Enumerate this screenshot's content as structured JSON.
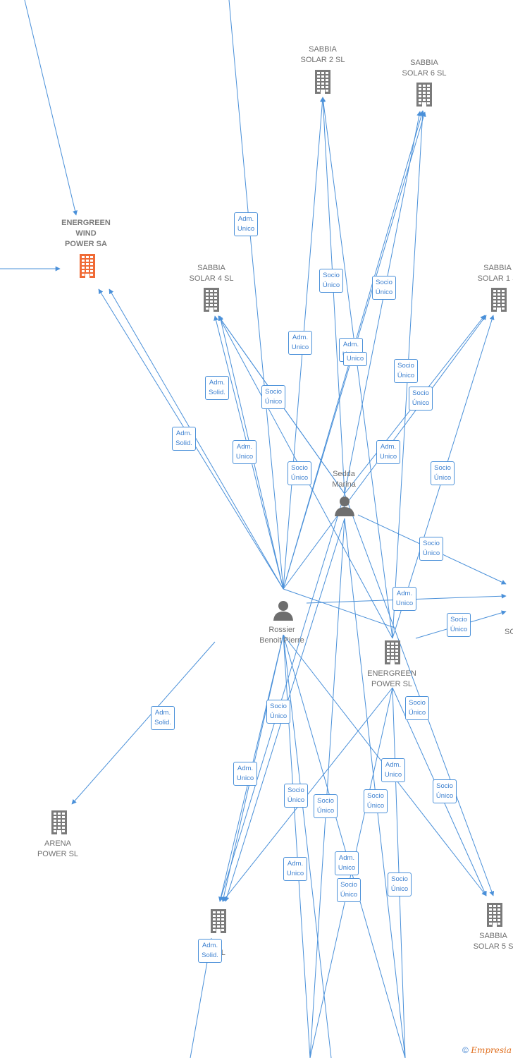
{
  "colors": {
    "edge": "#4a90d9",
    "building": "#7a7a7a",
    "main_building": "#f06a35",
    "person": "#6e6e6e"
  },
  "nodes": [
    {
      "id": "energreen_wind",
      "kind": "building_main",
      "lines": [
        "ENERGREEN",
        "WIND",
        "POWER SA"
      ]
    },
    {
      "id": "sabbia2",
      "kind": "building",
      "lines": [
        "SABBIA",
        "SOLAR 2  SL"
      ]
    },
    {
      "id": "sabbia6",
      "kind": "building",
      "lines": [
        "SABBIA",
        "SOLAR 6  SL"
      ]
    },
    {
      "id": "sabbia4",
      "kind": "building",
      "lines": [
        "SABBIA",
        "SOLAR 4  SL"
      ]
    },
    {
      "id": "sabbia1",
      "kind": "building",
      "lines": [
        "SABBIA",
        "SOLAR 1  S"
      ]
    },
    {
      "id": "sedda",
      "kind": "person",
      "lines": [
        "Sedda",
        "Marina"
      ]
    },
    {
      "id": "rossier",
      "kind": "person",
      "lines": [
        "Rossier",
        "Benoit Pierre"
      ]
    },
    {
      "id": "energreen_power",
      "kind": "building",
      "lines": [
        "ENERGREEN",
        "POWER  SL"
      ]
    },
    {
      "id": "arena",
      "kind": "building",
      "lines": [
        "ARENA",
        "POWER  SL"
      ]
    },
    {
      "id": "bottom_sl",
      "kind": "building",
      "lines": [
        "A",
        "S          SL"
      ]
    },
    {
      "id": "sabbia5",
      "kind": "building",
      "lines": [
        "SABBIA",
        "SOLAR 5  S"
      ]
    },
    {
      "id": "so_right",
      "kind": "label",
      "lines": [
        "SO"
      ]
    }
  ],
  "edge_labels": [
    [
      "Adm.",
      "Unico"
    ],
    [
      "Socio",
      "Único"
    ],
    [
      "Socio",
      "Único"
    ],
    [
      "Adm.",
      "Unico"
    ],
    [
      "Adm.",
      "Unico"
    ],
    [
      "Unico"
    ],
    [
      "Socio",
      "Único"
    ],
    [
      "Adm.",
      "Solid."
    ],
    [
      "Socio",
      "Único"
    ],
    [
      "Socio",
      "Único"
    ],
    [
      "Adm.",
      "Solid."
    ],
    [
      "Adm.",
      "Unico"
    ],
    [
      "Socio",
      "Único"
    ],
    [
      "Adm.",
      "Unico"
    ],
    [
      "Socio",
      "Único"
    ],
    [
      "Socio",
      "Único"
    ],
    [
      "Adm.",
      "Unico"
    ],
    [
      "Socio",
      "Único"
    ],
    [
      "Adm.",
      "Solid."
    ],
    [
      "Socio",
      "Único"
    ],
    [
      "Socio",
      "Único"
    ],
    [
      "Adm.",
      "Unico"
    ],
    [
      "Adm.",
      "Unico"
    ],
    [
      "Socio",
      "Único"
    ],
    [
      "Socio",
      "Único"
    ],
    [
      "Socio",
      "Único"
    ],
    [
      "Socio",
      "Único"
    ],
    [
      "Adm.",
      "Unico"
    ],
    [
      "Adm.",
      "Unico"
    ],
    [
      "Socio",
      "Único"
    ],
    [
      "Socio",
      "Único"
    ],
    [
      "Adm.",
      "Solid."
    ]
  ],
  "footer": {
    "copyright": "©",
    "brand": "Empresia"
  }
}
